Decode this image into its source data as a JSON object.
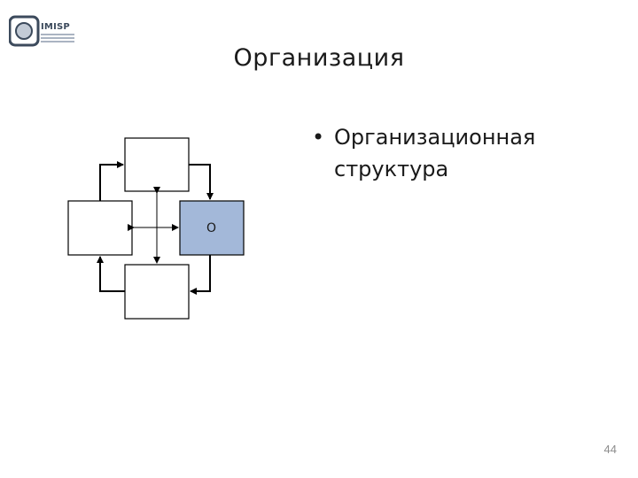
{
  "logo": {
    "text": "IMISP",
    "accent_color": "#3c4a5c"
  },
  "slide": {
    "title": "Организация",
    "bullet_marker": "•",
    "bullet": "Организационная структура",
    "page_number": "44"
  },
  "diagram": {
    "center_box": {
      "label": "O",
      "fill": "#a3b8d9"
    },
    "box_fill": "#ffffff",
    "line_color": "#000000"
  }
}
